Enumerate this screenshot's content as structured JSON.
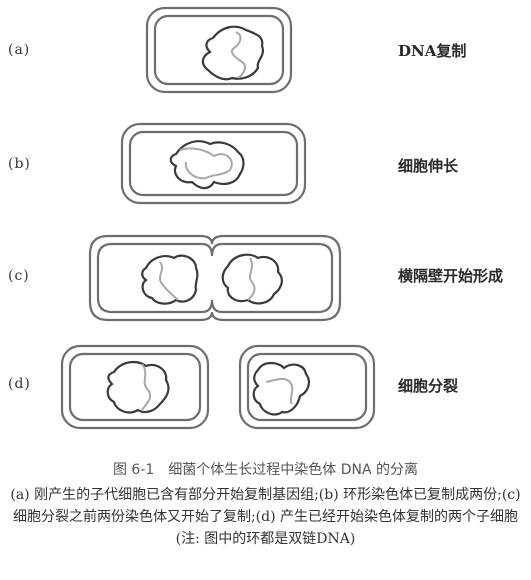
{
  "rows": [
    {
      "tag": "(a)",
      "label": "DNA复制"
    },
    {
      "tag": "(b)",
      "label": "细胞伸长"
    },
    {
      "tag": "(c)",
      "label": "横隔壁开始形成"
    },
    {
      "tag": "(d)",
      "label": "细胞分裂"
    }
  ],
  "caption": {
    "title": "图 6-1　细菌个体生长过程中染色体 DNA 的分离",
    "text": "(a) 刚产生的子代细胞已含有部分开始复制基因组;(b) 环形染色体已复制成两份;(c) 细胞分裂之前两份染色体又开始了复制;(d) 产生已经开始染色体复制的两个子细胞 (注: 图中的环都是双链DNA)"
  },
  "colors": {
    "cell_wall": "#6e6e6e",
    "cell_fill": "#ffffff",
    "dna_dark": "#3a3a3a",
    "dna_light": "#a8a8a8"
  }
}
